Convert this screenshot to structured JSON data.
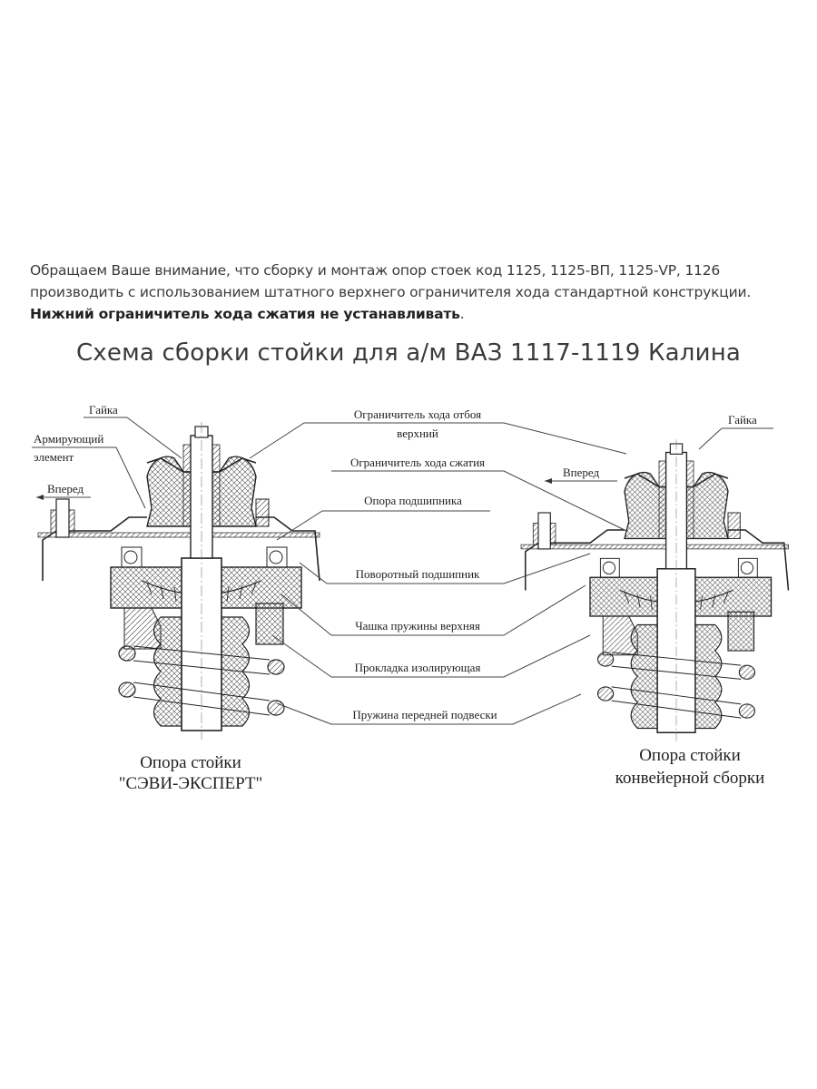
{
  "notice": {
    "line1": "Обращаем Ваше внимание, что сборку и монтаж опор стоек код 1125, 1125-ВП, 1125-VP, 1126",
    "line2": "производить с использованием штатного верхнего ограничителя хода стандартной конструкции.",
    "bold": "Нижний ограничитель хода сжатия не устанавливать",
    "bold_end": "."
  },
  "title": "Схема сборки стойки для а/м ВАЗ 1117-1119 Калина",
  "diagram": {
    "left": {
      "nut": "Гайка",
      "reinforce_1": "Армирующий",
      "reinforce_2": "элемент",
      "forward": "Вперед",
      "caption_1": "Опора стойки",
      "caption_2": "\"СЭВИ-ЭКСПЕРТ\""
    },
    "right": {
      "nut": "Гайка",
      "forward": "Вперед",
      "caption_1": "Опора стойки",
      "caption_2": "конвейерной сборки"
    },
    "labels": {
      "rebound_1": "Ограничитель хода отбоя",
      "rebound_2": "верхний",
      "compression": "Ограничитель хода сжатия",
      "bearing_support": "Опора подшипника",
      "rotary_bearing": "Поворотный подшипник",
      "spring_cup": "Чашка пружины верхняя",
      "insulating_pad": "Прокладка изолирующая",
      "spring": "Пружина передней подвески"
    }
  }
}
